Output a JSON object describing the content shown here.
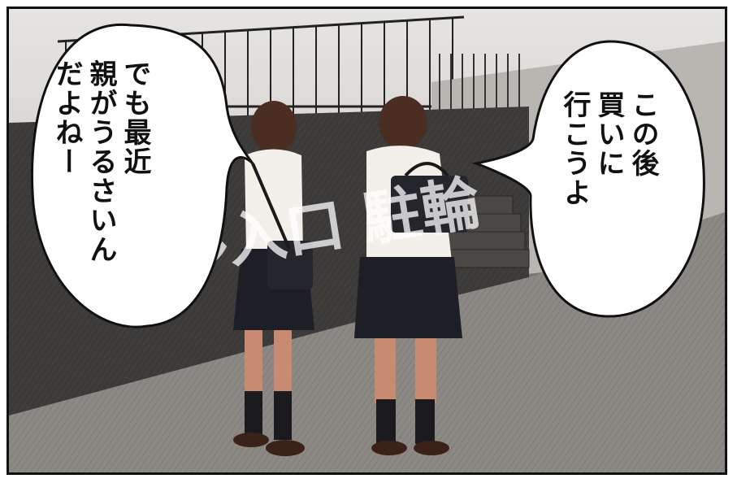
{
  "panel": {
    "wall_sign": "プール入口 駐輪",
    "bubble_left": {
      "lines": [
        "でも最近",
        "親がうるさいん",
        "だよねー"
      ]
    },
    "bubble_right": {
      "lines": [
        "この後",
        "買いに",
        "行こうよ"
      ]
    }
  },
  "colors": {
    "panel_border": "#111111",
    "wall": "#3c3a38",
    "ground": "#8c8884",
    "bubble_fill": "#ffffff",
    "skirt": "#1e1f26",
    "shirt": "#f3efe9",
    "hair": "#4a2e22",
    "skin": "#c98a72"
  }
}
